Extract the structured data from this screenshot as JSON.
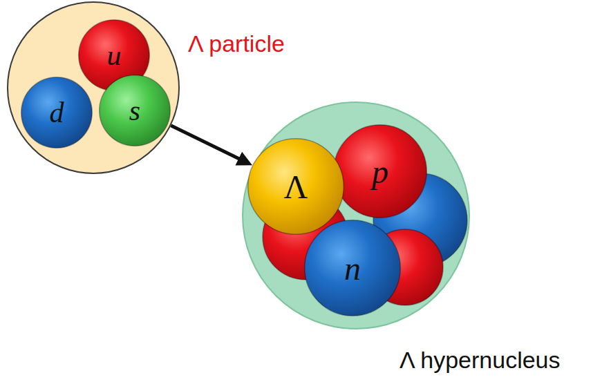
{
  "diagram": {
    "nodes": [
      {
        "text": [
          "Λ particle"
        ]
      },
      {
        "text": [
          "u"
        ],
        "in": 0
      },
      {
        "text": [
          "d"
        ],
        "in": 0
      },
      {
        "text": [
          "s"
        ],
        "in": 0
      },
      {
        "text": [
          "Λ hypernucleus"
        ]
      },
      {
        "text": [
          "Λ"
        ],
        "in": 4
      },
      {
        "text": [
          "p"
        ],
        "in": 4
      },
      {
        "text": [
          "n"
        ],
        "in": 4
      }
    ],
    "edges": [
      {
        "from": 0,
        "to": 5,
        "arrow": "to"
      }
    ]
  }
}
